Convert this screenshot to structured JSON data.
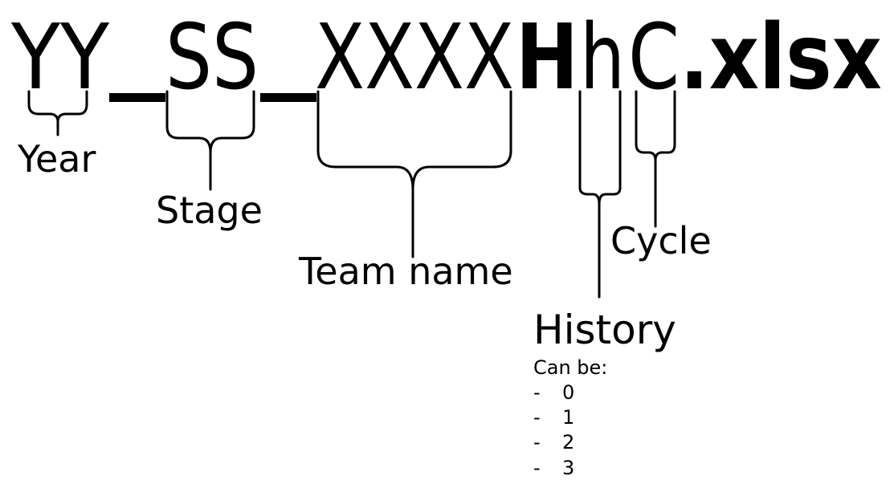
{
  "filename": {
    "year": "YY",
    "sep1": "_",
    "stage": "SS",
    "sep2": "_",
    "team": "XXXX",
    "history_marker": "H",
    "history": "h",
    "cycle": "C",
    "extension": ".xlsx"
  },
  "labels": {
    "year": "Year",
    "stage": "Stage",
    "team": "Team name",
    "history": "History",
    "cycle": "Cycle"
  },
  "history_note": {
    "intro": "Can be:",
    "values": [
      "0",
      "1",
      "2",
      "3"
    ],
    "bullet": "-"
  },
  "colors": {
    "ink": "#000000",
    "background": "#ffffff"
  }
}
